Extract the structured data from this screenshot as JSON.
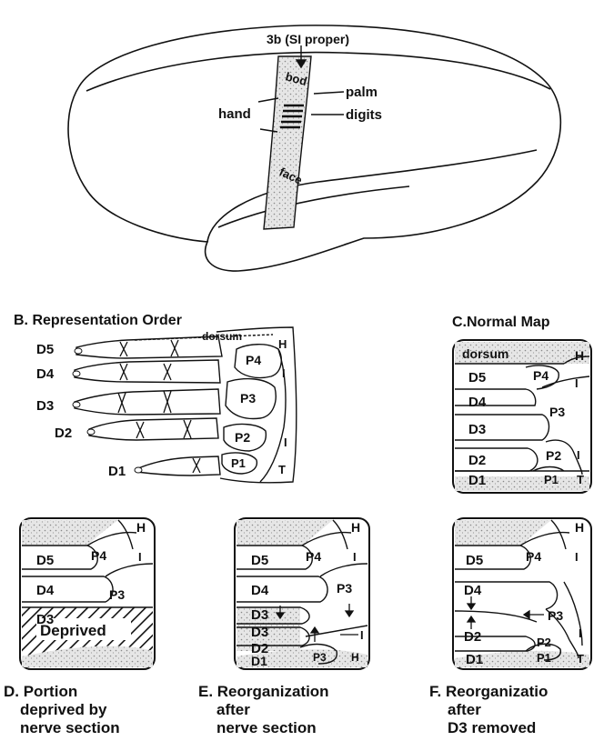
{
  "panel_a": {
    "area_label": "3b (SI proper)",
    "strip_top": "bod",
    "strip_bottom": "face",
    "hand": "hand",
    "palm": "palm",
    "digits": "digits"
  },
  "panel_b": {
    "title": "B. Representation Order",
    "digits": [
      "D5",
      "D4",
      "D3",
      "D2",
      "D1"
    ],
    "dorsum": "dorsum",
    "pads": [
      "P4",
      "P3",
      "P2",
      "P1"
    ],
    "side": [
      "H",
      "I",
      "I",
      "T"
    ]
  },
  "panel_c": {
    "title": "C.Normal Map",
    "dorsum": "dorsum",
    "rows": [
      "D5",
      "D4",
      "D3",
      "D2",
      "D1"
    ],
    "pads": [
      "P4",
      "P3",
      "P2",
      "P1"
    ],
    "side": [
      "H",
      "I",
      "I",
      "T"
    ]
  },
  "panel_d": {
    "rows": [
      "D5",
      "D4",
      "D3"
    ],
    "pads": [
      "P4",
      "P3"
    ],
    "side": [
      "H",
      "I"
    ],
    "deprived": "Deprived",
    "caption": [
      "D. Portion",
      "deprived by",
      "nerve section"
    ]
  },
  "panel_e": {
    "rows": [
      "D5",
      "D4",
      "D3",
      "D3",
      "D2",
      "D1"
    ],
    "pads": [
      "P4",
      "P3",
      "P3"
    ],
    "side": [
      "H",
      "I",
      "I",
      "H"
    ],
    "caption": [
      "E. Reorganization",
      "after",
      "nerve section"
    ]
  },
  "panel_f": {
    "rows": [
      "D5",
      "D4",
      "D2",
      "D1"
    ],
    "pads": [
      "P4",
      "P3",
      "P2",
      "P1"
    ],
    "side": [
      "H",
      "I",
      "I",
      "T"
    ],
    "caption": [
      "F. Reorganizatio",
      "after",
      "D3 removed"
    ]
  }
}
